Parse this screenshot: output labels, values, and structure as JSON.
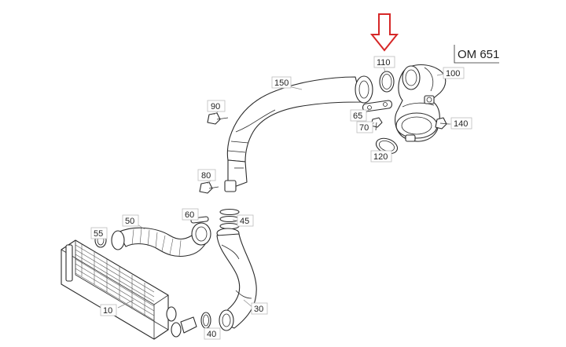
{
  "engine_code": "OM 651",
  "highlight_color": "#d62828",
  "highlighted_part": "110",
  "callouts": {
    "p10": "10",
    "p30": "30",
    "p40": "40",
    "p45": "45",
    "p50": "50",
    "p55": "55",
    "p60": "60",
    "p65": "65",
    "p70": "70",
    "p80": "80",
    "p90": "90",
    "p100": "100",
    "p110": "110",
    "p120": "120",
    "p140": "140",
    "p150": "150"
  }
}
